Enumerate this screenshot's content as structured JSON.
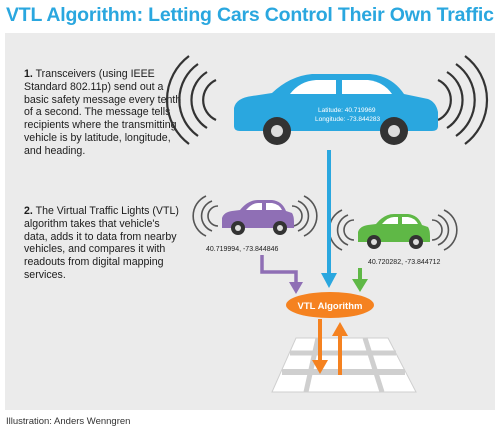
{
  "title": "VTL Algorithm: Letting Cars Control Their Own Traffic",
  "steps": [
    {
      "num": "1.",
      "text": "Transceivers (using IEEE Standard 802.11p) send out a basic safety message every tenth of a second. The message tells recipients where the transmitting vehicle is by latitude, longitude, and heading."
    },
    {
      "num": "2.",
      "text": "The Virtual Traffic Lights (VTL) algorithm takes that vehicle's data, adds it to data from nearby vehicles, and compares it with readouts from digital mapping services."
    }
  ],
  "main_car": {
    "lat_label": "Latitude: 40.719969",
    "lon_label": "Longitude: -73.844283",
    "color": "#2aa7df"
  },
  "left_car": {
    "coords": "40.719994, -73.844846",
    "color": "#8f6fb5"
  },
  "right_car": {
    "coords": "40.720282, -73.844712",
    "color": "#5fb846"
  },
  "algorithm_label": "VTL Algorithm",
  "algorithm_color": "#f58220",
  "credit": "Illustration: Anders Wenngren"
}
